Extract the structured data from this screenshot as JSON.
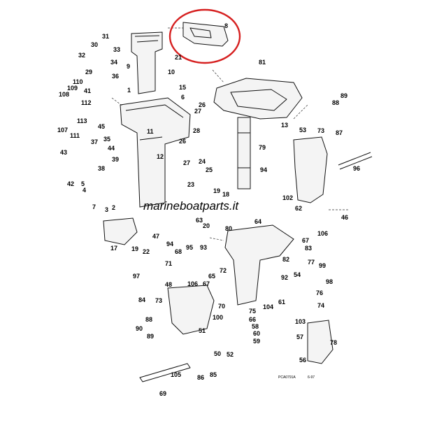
{
  "callouts": [
    {
      "label": "31"
    },
    {
      "label": "30"
    },
    {
      "label": "33"
    },
    {
      "label": "32"
    },
    {
      "label": "34"
    },
    {
      "label": "29"
    },
    {
      "label": "36"
    },
    {
      "label": "9"
    },
    {
      "label": "21"
    },
    {
      "label": "8"
    },
    {
      "label": "81"
    },
    {
      "label": "10"
    },
    {
      "label": "110"
    },
    {
      "label": "109"
    },
    {
      "label": "41"
    },
    {
      "label": "108"
    },
    {
      "label": "112"
    },
    {
      "label": "1"
    },
    {
      "label": "15"
    },
    {
      "label": "6"
    },
    {
      "label": "89"
    },
    {
      "label": "88"
    },
    {
      "label": "113"
    },
    {
      "label": "45"
    },
    {
      "label": "26"
    },
    {
      "label": "27"
    },
    {
      "label": "13"
    },
    {
      "label": "107"
    },
    {
      "label": "111"
    },
    {
      "label": "11"
    },
    {
      "label": "28"
    },
    {
      "label": "53"
    },
    {
      "label": "73"
    },
    {
      "label": "87"
    },
    {
      "label": "43"
    },
    {
      "label": "37"
    },
    {
      "label": "35"
    },
    {
      "label": "44"
    },
    {
      "label": "12"
    },
    {
      "label": "26"
    },
    {
      "label": "79"
    },
    {
      "label": "39"
    },
    {
      "label": "27"
    },
    {
      "label": "24"
    },
    {
      "label": "96"
    },
    {
      "label": "38"
    },
    {
      "label": "25"
    },
    {
      "label": "94"
    },
    {
      "label": "42"
    },
    {
      "label": "5"
    },
    {
      "label": "4"
    },
    {
      "label": "19"
    },
    {
      "label": "23"
    },
    {
      "label": "102"
    },
    {
      "label": "18"
    },
    {
      "label": "7"
    },
    {
      "label": "3"
    },
    {
      "label": "2"
    },
    {
      "label": "62"
    },
    {
      "label": "46"
    },
    {
      "label": "63"
    },
    {
      "label": "64"
    },
    {
      "label": "20"
    },
    {
      "label": "80"
    },
    {
      "label": "106"
    },
    {
      "label": "47"
    },
    {
      "label": "67"
    },
    {
      "label": "17"
    },
    {
      "label": "94"
    },
    {
      "label": "83"
    },
    {
      "label": "22"
    },
    {
      "label": "19"
    },
    {
      "label": "68"
    },
    {
      "label": "95"
    },
    {
      "label": "93"
    },
    {
      "label": "71"
    },
    {
      "label": "72"
    },
    {
      "label": "82"
    },
    {
      "label": "77"
    },
    {
      "label": "99"
    },
    {
      "label": "97"
    },
    {
      "label": "65"
    },
    {
      "label": "92"
    },
    {
      "label": "54"
    },
    {
      "label": "98"
    },
    {
      "label": "48"
    },
    {
      "label": "106"
    },
    {
      "label": "67"
    },
    {
      "label": "76"
    },
    {
      "label": "84"
    },
    {
      "label": "73"
    },
    {
      "label": "70"
    },
    {
      "label": "61"
    },
    {
      "label": "74"
    },
    {
      "label": "75"
    },
    {
      "label": "104"
    },
    {
      "label": "66"
    },
    {
      "label": "88"
    },
    {
      "label": "100"
    },
    {
      "label": "103"
    },
    {
      "label": "58"
    },
    {
      "label": "90"
    },
    {
      "label": "51"
    },
    {
      "label": "60"
    },
    {
      "label": "89"
    },
    {
      "label": "59"
    },
    {
      "label": "57"
    },
    {
      "label": "78"
    },
    {
      "label": "50"
    },
    {
      "label": "52"
    },
    {
      "label": "56"
    },
    {
      "label": "105"
    },
    {
      "label": "86"
    },
    {
      "label": "85"
    },
    {
      "label": "69"
    }
  ],
  "footer": {
    "code": "PCA0791A",
    "date": "6-97"
  },
  "watermark": "marineboatparts.it",
  "highlight_color": "#d62020"
}
